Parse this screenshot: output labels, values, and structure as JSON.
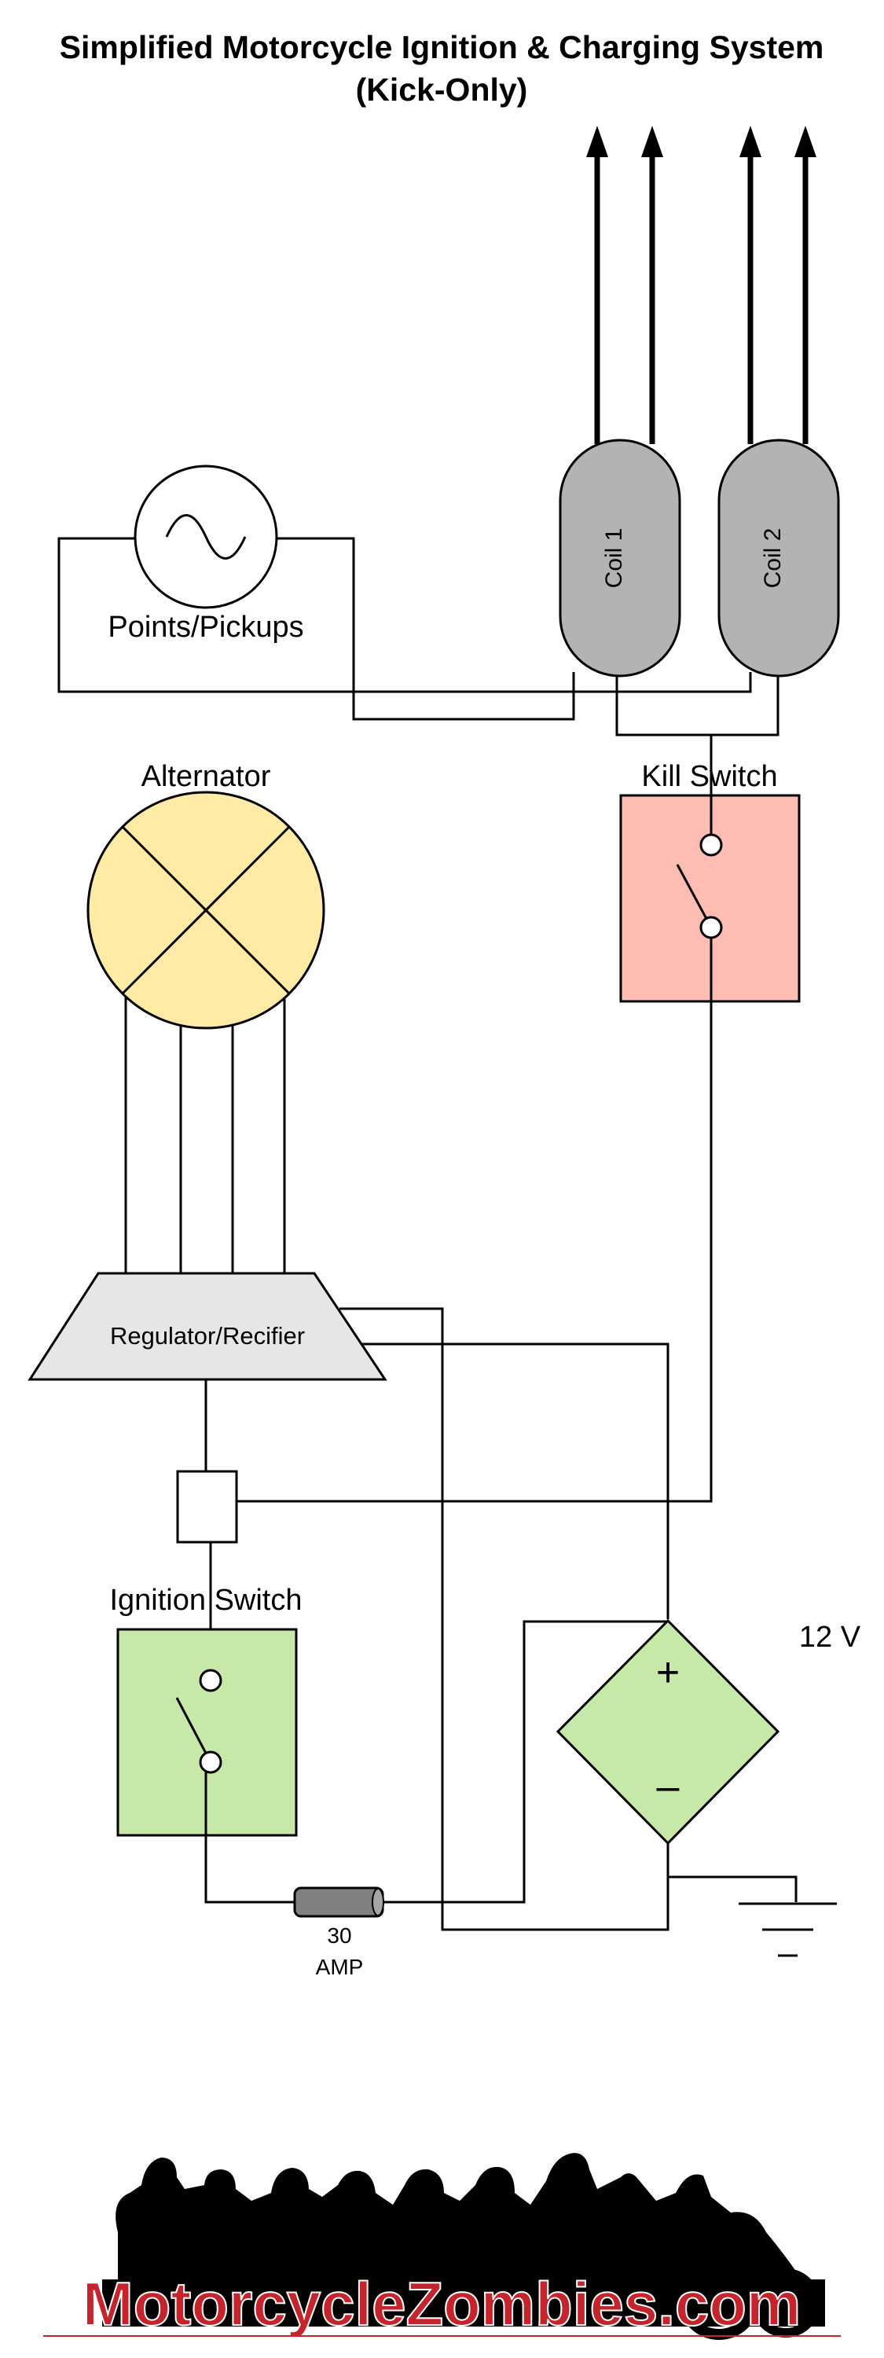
{
  "title": {
    "line1": "Simplified Motorcycle Ignition & Charging System",
    "line2": "(Kick-Only)"
  },
  "components": {
    "points_pickups": "Points/Pickups",
    "coil1": "Coil 1",
    "coil2": "Coil 2",
    "alternator": "Alternator",
    "kill_switch": "Kill Switch",
    "regulator": "Regulator/Recifier",
    "ignition_switch": "Ignition Switch",
    "battery_voltage": "12 V",
    "battery_plus": "+",
    "battery_minus": "–",
    "fuse_line1": "30",
    "fuse_line2": "AMP"
  },
  "brand": "MotorcycleZombies.com",
  "colors": {
    "coil_fill": "#b3b3b3",
    "alternator_fill": "#ffeaa6",
    "kill_switch_fill": "#ffbcb3",
    "ignition_switch_fill": "#c6e8a9",
    "battery_fill": "#c6e8a9",
    "regulator_fill": "#e6e6e6",
    "fuse_fill": "#808080",
    "brand_color": "#c4242b"
  }
}
